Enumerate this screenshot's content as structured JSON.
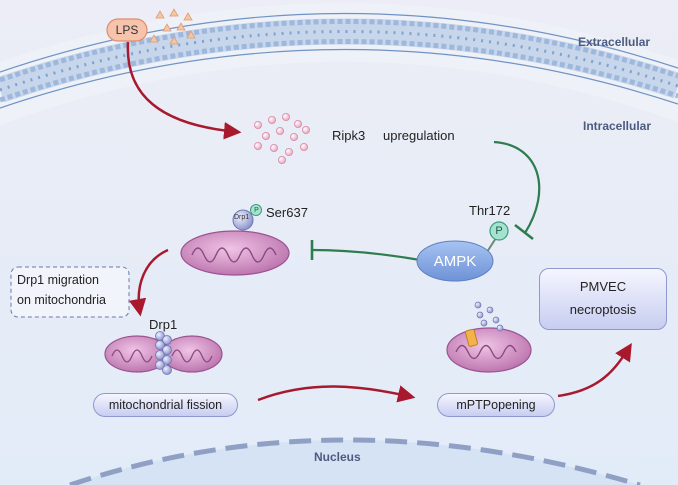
{
  "regions": {
    "extracellular": "Extracellular",
    "intracellular": "Intracellular",
    "nucleus": "Nucleus"
  },
  "nodes": {
    "lps": "LPS",
    "ripk3": "Ripk3",
    "upregulation": "upregulation",
    "thr172": "Thr172",
    "ampk": "AMPK",
    "phospho": "P",
    "ser637": "Ser637",
    "drp1_small": "Drp1",
    "drp1_migration_line1": "Drp1 migration",
    "drp1_migration_line2": "on mitochondria",
    "drp1": "Drp1",
    "mito_fission": "mitochondrial fission",
    "mptp": "mPTPopening",
    "pmvec_line1": "PMVEC",
    "pmvec_line2": "necroptosis"
  },
  "colors": {
    "inhibit_arrow": "#2e7d4f",
    "activate_arrow": "#a8192e",
    "mitochondria": "#c982b9",
    "membrane": "#8fb0d6"
  }
}
